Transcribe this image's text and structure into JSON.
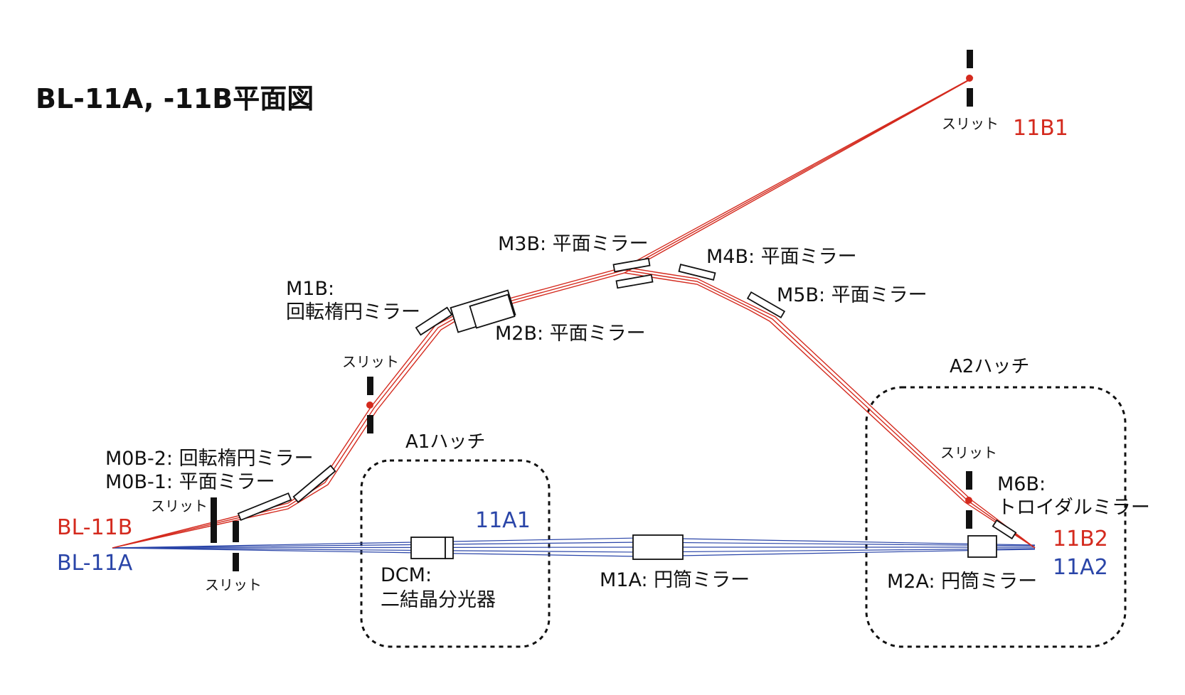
{
  "title": "BL-11A, -11B平面図",
  "colors": {
    "bl11b": "#d42a1e",
    "bl11a": "#2a45a8",
    "ink": "#111111"
  },
  "beamlines": {
    "b": "BL-11B",
    "a": "BL-11A"
  },
  "endstations": {
    "b1": "11B1",
    "b2": "11B2",
    "a1": "11A1",
    "a2": "11A2"
  },
  "hutches": {
    "a1": "A1ハッチ",
    "a2": "A2ハッチ"
  },
  "slit_label": "スリット",
  "mirrors": {
    "m0b2": "M0B-2: 回転楕円ミラー",
    "m0b1": "M0B-1: 平面ミラー",
    "m1b_name": "M1B:",
    "m1b_type": "回転楕円ミラー",
    "m2b": "M2B: 平面ミラー",
    "m3b": "M3B: 平面ミラー",
    "m4b": "M4B: 平面ミラー",
    "m5b": "M5B: 平面ミラー",
    "m6b_name": "M6B:",
    "m6b_type": "トロイダルミラー",
    "dcm_name": "DCM:",
    "dcm_type": "二結晶分光器",
    "m1a": "M1A: 円筒ミラー",
    "m2a": "M2A: 円筒ミラー"
  }
}
